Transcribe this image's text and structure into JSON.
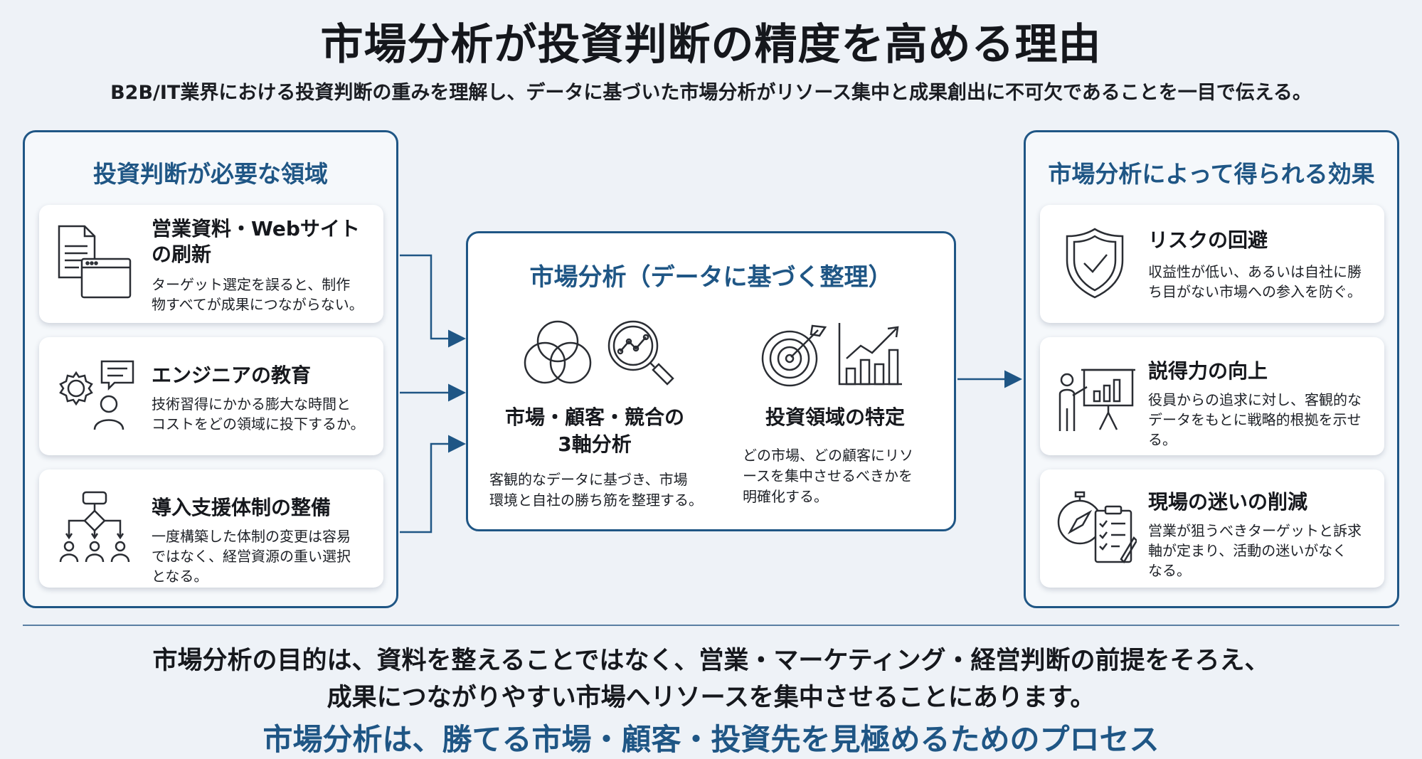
{
  "title": "市場分析が投資判断の精度を高める理由",
  "subtitle": "B2B/IT業界における投資判断の重みを理解し、データに基づいた市場分析がリソース集中と成果創出に不可欠であることを一目で伝える。",
  "left_panel": {
    "title": "投資判断が必要な領域",
    "cards": [
      {
        "icon": "document-browser-icon",
        "title": "営業資料・Webサイト\nの刷新",
        "desc": "ターゲット選定を誤ると、制作\n物すべてが成果につながらない。"
      },
      {
        "icon": "gear-person-chat-icon",
        "title": "エンジニアの教育",
        "desc": "技術習得にかかる膨大な時間と\nコストをどの領域に投下するか。"
      },
      {
        "icon": "flowchart-people-icon",
        "title": "導入支援体制の整備",
        "desc": "一度構築した体制の変更は容易\nではなく、経営資源の重い選択\nとなる。"
      }
    ]
  },
  "center_panel": {
    "title": "市場分析（データに基づく整理）",
    "columns": [
      {
        "icons": [
          "venn-diagram-icon",
          "magnifier-chart-icon"
        ],
        "title": "市場・顧客・競合の\n3軸分析",
        "desc": "客観的なデータに基づき、市場\n環境と自社の勝ち筋を整理する。"
      },
      {
        "icons": [
          "target-arrow-icon",
          "growth-chart-icon"
        ],
        "title": "投資領域の特定",
        "desc": "どの市場、どの顧客にリソ\nースを集中させるべきかを\n明確化する。"
      }
    ]
  },
  "right_panel": {
    "title": "市場分析によって得られる効果",
    "cards": [
      {
        "icon": "shield-check-icon",
        "title": "リスクの回避",
        "desc": "収益性が低い、あるいは自社に勝\nち目がない市場への参入を防ぐ。"
      },
      {
        "icon": "presenter-chart-icon",
        "title": "説得力の向上",
        "desc": "役員からの追求に対し、客観的な\nデータをもとに戦略的根拠を示せ\nる。"
      },
      {
        "icon": "compass-checklist-icon",
        "title": "現場の迷いの削減",
        "desc": "営業が狙うべきターゲットと訴求\n軸が定まり、活動の迷いがなく\nなる。"
      }
    ]
  },
  "bottom": {
    "line1": "市場分析の目的は、資料を整えることではなく、営業・マーケティング・経営判断の前提をそろえ、",
    "line2": "成果につながりやすい市場へリソースを集中させることにあります。",
    "line3": "市場分析は、勝てる市場・顧客・投資先を見極めるためのプロセス"
  },
  "colors": {
    "accent": "#1f5685",
    "text": "#16181d",
    "background": "#eef2f7"
  }
}
